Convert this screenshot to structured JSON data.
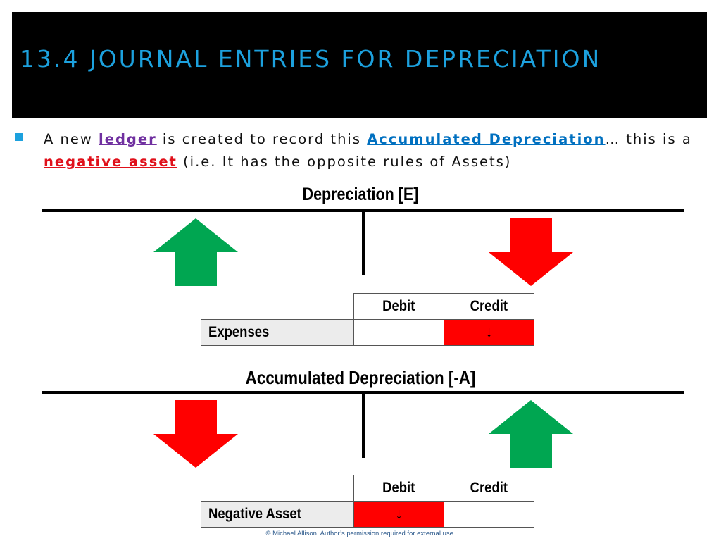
{
  "slide": {
    "title": "13.4 JOURNAL ENTRIES FOR DEPRECIATION",
    "bullet": {
      "p1": "A new ",
      "k1": "ledger",
      "p2": " is created to record this ",
      "k2": "Accumulated Depreciation",
      "p3": "… this is a ",
      "k3": "negative asset",
      "p4": " (i.e. It has the opposite rules of Assets)"
    },
    "colors": {
      "accent": "#1ca1de",
      "green": "#00a651",
      "red": "#ff0000",
      "purple": "#7030a0",
      "blue": "#0070c0"
    }
  },
  "section1": {
    "account_title": "Depreciation [E]",
    "left_arrow": "up-arrow-green",
    "right_arrow": "down-arrow-red",
    "table": {
      "header_debit": "Debit",
      "header_credit": "Credit",
      "row_label": "Expenses",
      "debit": "",
      "credit": "↓"
    }
  },
  "section2": {
    "account_title": "Accumulated Depreciation [-A]",
    "left_arrow": "down-arrow-red",
    "right_arrow": "up-arrow-green",
    "table": {
      "header_debit": "Debit",
      "header_credit": "Credit",
      "row_label": "Negative Asset",
      "debit": "↓",
      "credit": ""
    }
  },
  "footer": "© Michael Allison. Author’s permission required for external use."
}
